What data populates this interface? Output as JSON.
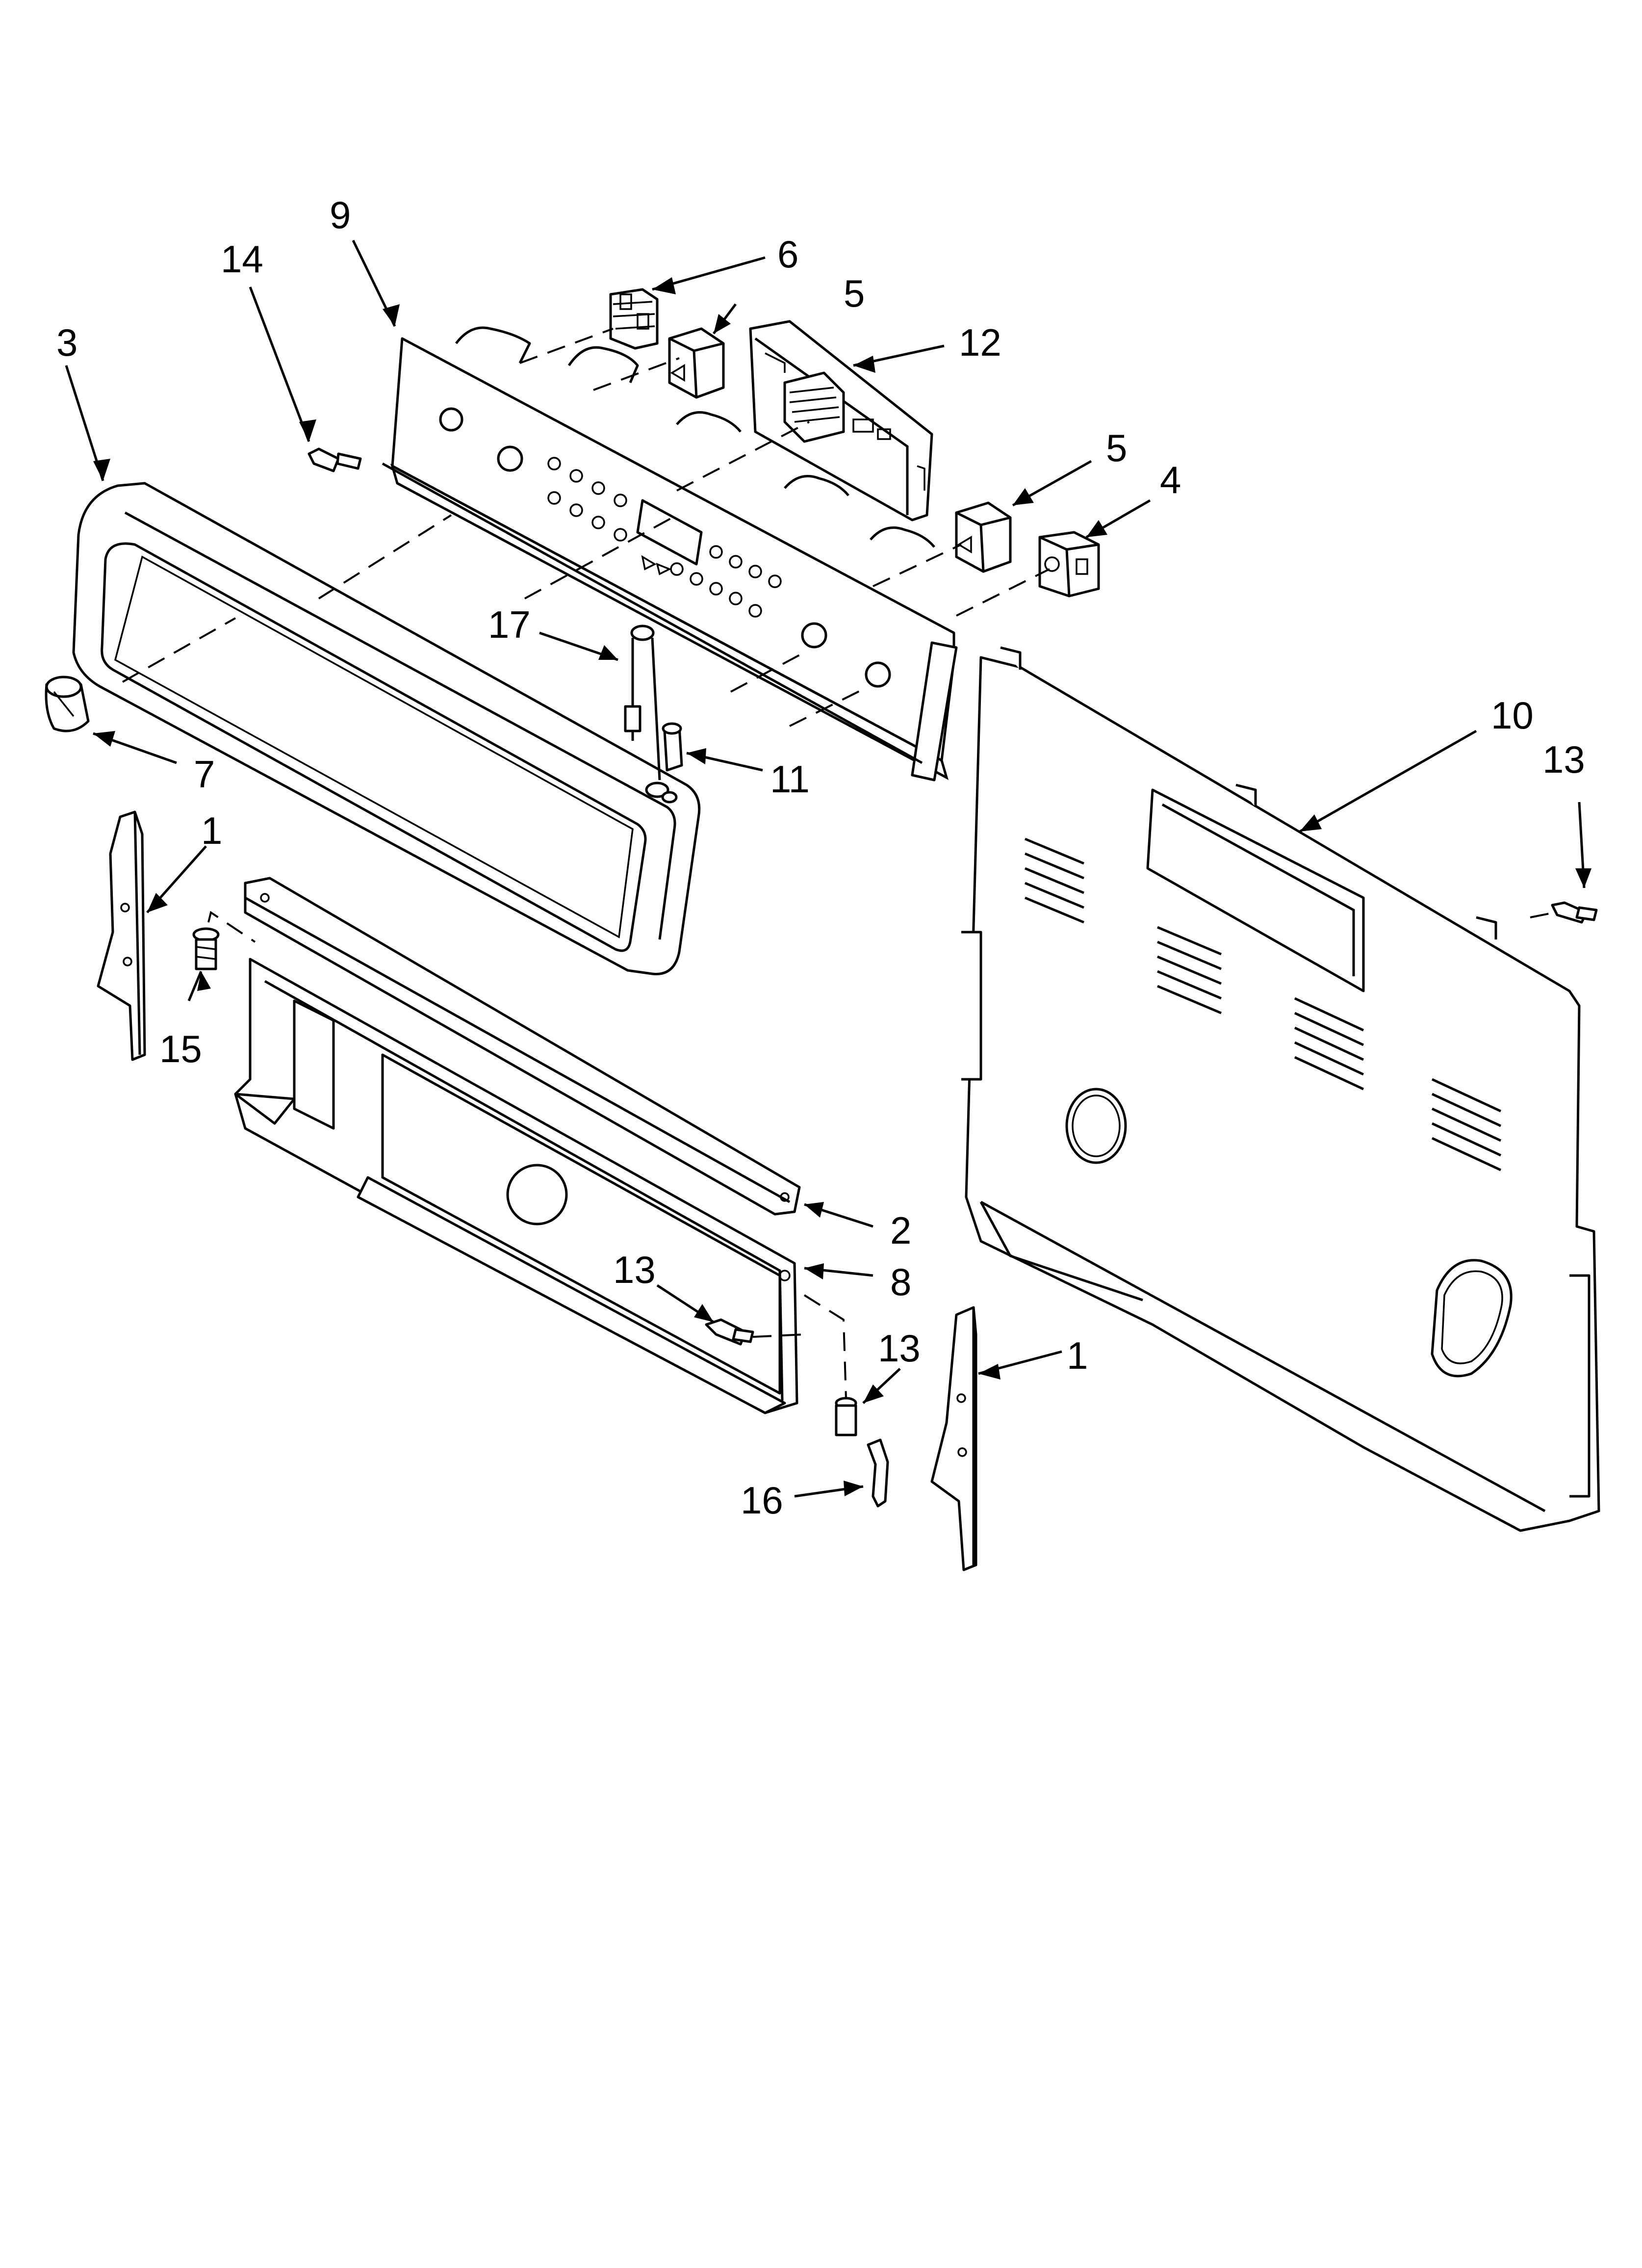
{
  "diagram": {
    "callouts": [
      {
        "id": "c9",
        "text": "9"
      },
      {
        "id": "c14",
        "text": "14"
      },
      {
        "id": "c3",
        "text": "3"
      },
      {
        "id": "c6",
        "text": "6"
      },
      {
        "id": "c5a",
        "text": "5"
      },
      {
        "id": "c12",
        "text": "12"
      },
      {
        "id": "c5b",
        "text": "5"
      },
      {
        "id": "c4",
        "text": "4"
      },
      {
        "id": "c17",
        "text": "17"
      },
      {
        "id": "c7",
        "text": "7"
      },
      {
        "id": "c11",
        "text": "11"
      },
      {
        "id": "c10",
        "text": "10"
      },
      {
        "id": "c13a",
        "text": "13"
      },
      {
        "id": "c1a",
        "text": "1"
      },
      {
        "id": "c15",
        "text": "15"
      },
      {
        "id": "c2",
        "text": "2"
      },
      {
        "id": "c8",
        "text": "8"
      },
      {
        "id": "c13b",
        "text": "13"
      },
      {
        "id": "c13c",
        "text": "13"
      },
      {
        "id": "c1b",
        "text": "1"
      },
      {
        "id": "c16",
        "text": "16"
      }
    ]
  }
}
